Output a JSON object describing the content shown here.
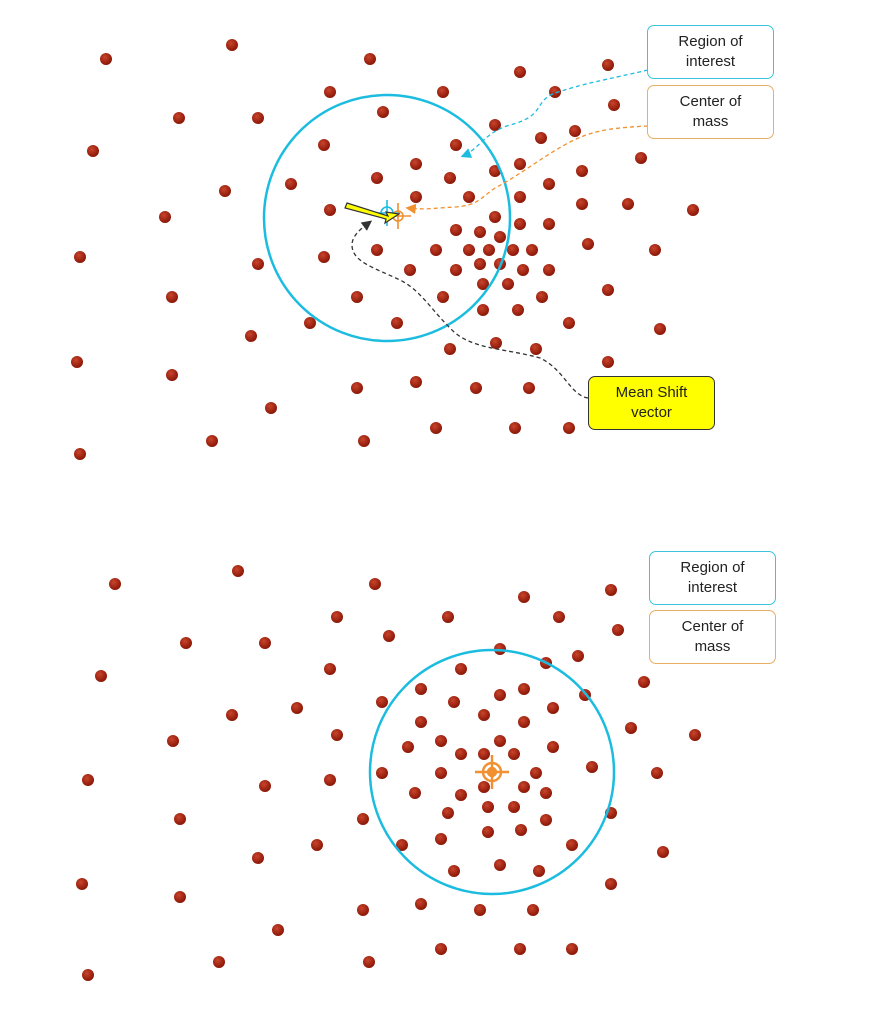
{
  "colors": {
    "point": "#9c1c0c",
    "region": "#1cbce0",
    "center": "#f09030",
    "shift_fill": "#ffff00",
    "shift_stroke": "#333333"
  },
  "icons": [
    "crosshair-icon",
    "arrow-icon"
  ],
  "top_panel": {
    "labels": {
      "region": "Region of\ninterest",
      "center": "Center of\nmass",
      "shift": "Mean Shift\nvector"
    }
  },
  "bottom_panel": {
    "labels": {
      "region": "Region of\ninterest",
      "center": "Center of\nmass"
    }
  }
}
